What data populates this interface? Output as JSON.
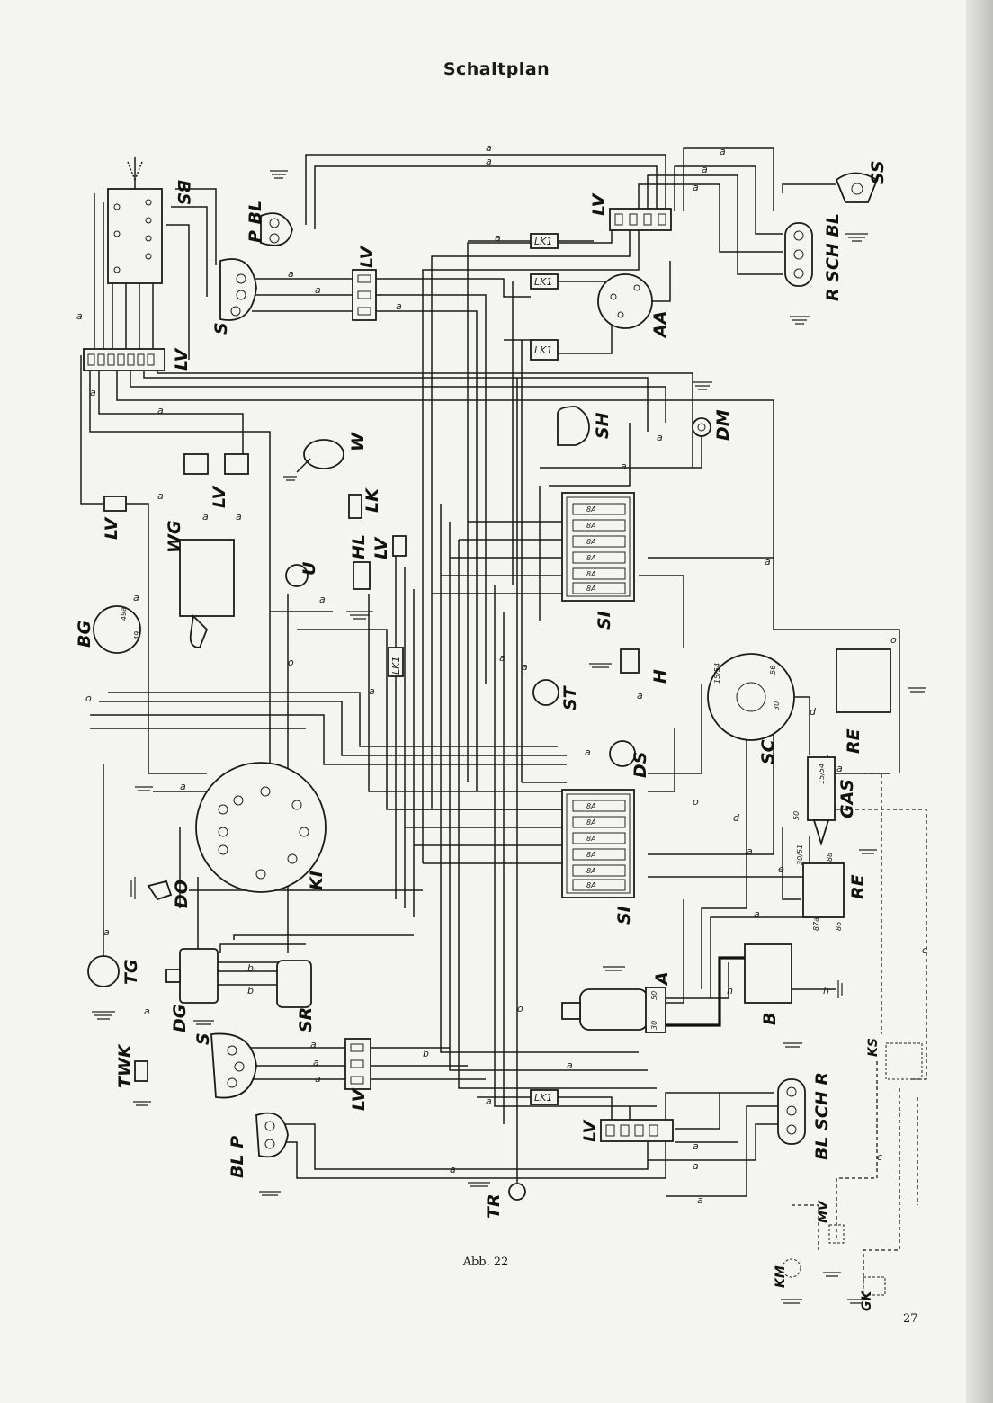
{
  "title": "Schaltplan",
  "caption": "Abb. 22",
  "page_number": "27",
  "components": [
    {
      "id": "bs",
      "label": "BS"
    },
    {
      "id": "p-bl-top",
      "label": "P BL"
    },
    {
      "id": "lv-top",
      "label": "LV"
    },
    {
      "id": "ss",
      "label": "SS"
    },
    {
      "id": "r-sch-bl",
      "label": "R SCH BL"
    },
    {
      "id": "s-top",
      "label": "S"
    },
    {
      "id": "lv-mid",
      "label": "LV"
    },
    {
      "id": "aa",
      "label": "AA"
    },
    {
      "id": "lv-left",
      "label": "LV"
    },
    {
      "id": "sh",
      "label": "SH"
    },
    {
      "id": "dm",
      "label": "DM"
    },
    {
      "id": "w",
      "label": "W"
    },
    {
      "id": "lk",
      "label": "LK"
    },
    {
      "id": "lv-wiper",
      "label": "LV"
    },
    {
      "id": "lv-side",
      "label": "LV"
    },
    {
      "id": "wg",
      "label": "WG"
    },
    {
      "id": "u",
      "label": "U"
    },
    {
      "id": "hl",
      "label": "HL"
    },
    {
      "id": "lv-hl",
      "label": "LV"
    },
    {
      "id": "si-top",
      "label": "SI"
    },
    {
      "id": "bg",
      "label": "BG"
    },
    {
      "id": "h",
      "label": "H"
    },
    {
      "id": "st",
      "label": "ST"
    },
    {
      "id": "sc",
      "label": "SC"
    },
    {
      "id": "re-top",
      "label": "RE"
    },
    {
      "id": "ds",
      "label": "DS"
    },
    {
      "id": "gas",
      "label": "GAS"
    },
    {
      "id": "ki",
      "label": "KI"
    },
    {
      "id": "do",
      "label": "DO"
    },
    {
      "id": "si-bottom",
      "label": "SI"
    },
    {
      "id": "re-bottom",
      "label": "RE"
    },
    {
      "id": "tg",
      "label": "TG"
    },
    {
      "id": "dg",
      "label": "DG"
    },
    {
      "id": "sr",
      "label": "SR"
    },
    {
      "id": "a",
      "label": "A"
    },
    {
      "id": "b",
      "label": "B"
    },
    {
      "id": "twk",
      "label": "TWK"
    },
    {
      "id": "s-bottom",
      "label": "S"
    },
    {
      "id": "lv-bottom-left",
      "label": "LV"
    },
    {
      "id": "bl-p",
      "label": "BL P"
    },
    {
      "id": "lv-bottom",
      "label": "LV"
    },
    {
      "id": "bl-sch-r",
      "label": "BL SCH R"
    },
    {
      "id": "ks",
      "label": "KS"
    },
    {
      "id": "tr",
      "label": "TR"
    },
    {
      "id": "mv",
      "label": "MV"
    },
    {
      "id": "km",
      "label": "KM"
    },
    {
      "id": "gk",
      "label": "GK"
    }
  ],
  "connectors": {
    "lk1": "LK1"
  },
  "wire_codes": {
    "a": "a",
    "b": "b",
    "c": "c",
    "d": "d",
    "e": "e",
    "h": "h",
    "o": "o"
  },
  "fuse_rating": "8A",
  "terminals": {
    "t15_54": "15/54",
    "t30": "30",
    "t56": "56",
    "t30_51": "30/51",
    "t50": "50",
    "t87a": "87a",
    "t86": "86",
    "t88": "88",
    "t49a": "49a",
    "t49": "49"
  }
}
